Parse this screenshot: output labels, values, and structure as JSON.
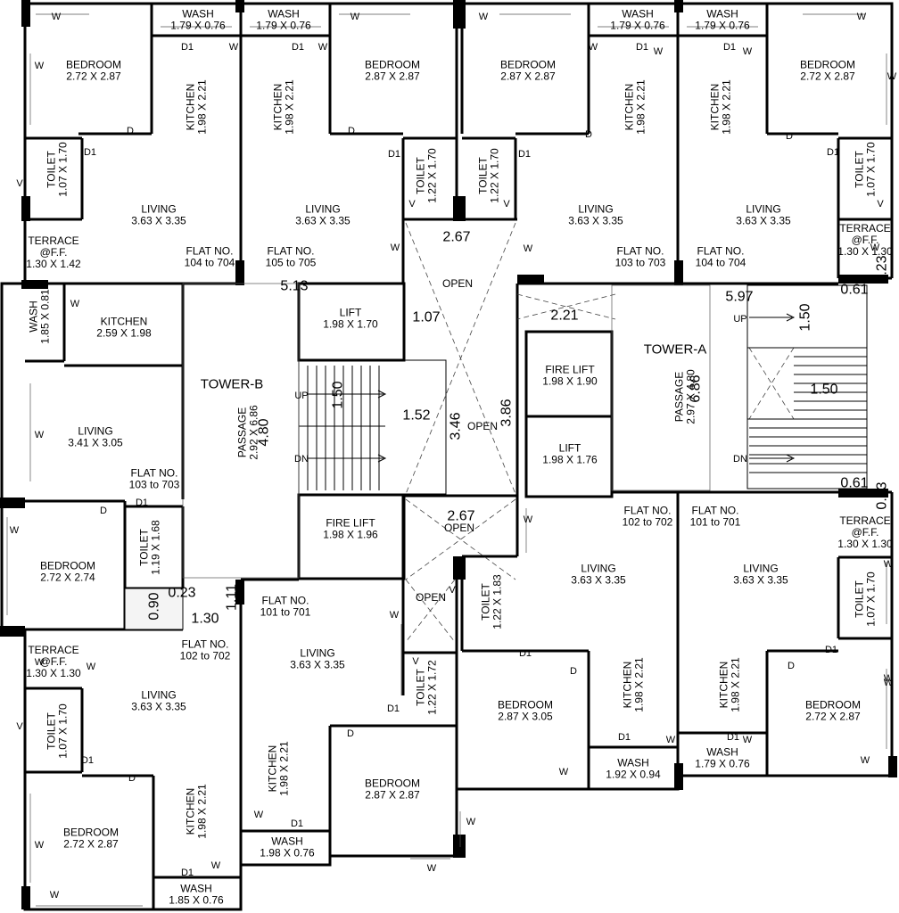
{
  "towers": [
    {
      "id": "tower-a",
      "label": "TOWER-A"
    },
    {
      "id": "tower-b",
      "label": "TOWER-B"
    }
  ],
  "rooms": [
    {
      "id": "bedroom-1",
      "lines": [
        "BEDROOM",
        "2.72 X 2.87"
      ]
    },
    {
      "id": "wash-1",
      "lines": [
        "WASH",
        "1.79 X 0.76"
      ]
    },
    {
      "id": "wash-2",
      "lines": [
        "WASH",
        "1.79 X 0.76"
      ]
    },
    {
      "id": "kitchen-1",
      "lines": [
        "KITCHEN",
        "1.98 X 2.21"
      ]
    },
    {
      "id": "kitchen-2",
      "lines": [
        "KITCHEN",
        "1.98 X 2.21"
      ]
    },
    {
      "id": "bedroom-2",
      "lines": [
        "BEDROOM",
        "2.87 X 2.87"
      ]
    },
    {
      "id": "bedroom-3",
      "lines": [
        "BEDROOM",
        "2.87 X 2.87"
      ]
    },
    {
      "id": "wash-3",
      "lines": [
        "WASH",
        "1.79 X 0.76"
      ]
    },
    {
      "id": "wash-4",
      "lines": [
        "WASH",
        "1.79 X 0.76"
      ]
    },
    {
      "id": "kitchen-3",
      "lines": [
        "KITCHEN",
        "1.98 X 2.21"
      ]
    },
    {
      "id": "kitchen-4",
      "lines": [
        "KITCHEN",
        "1.98 X 2.21"
      ]
    },
    {
      "id": "bedroom-4",
      "lines": [
        "BEDROOM",
        "2.72 X 2.87"
      ]
    },
    {
      "id": "toilet-1",
      "lines": [
        "TOILET",
        "1.07 X 1.70"
      ]
    },
    {
      "id": "living-1",
      "lines": [
        "LIVING",
        "3.63 X 3.35"
      ]
    },
    {
      "id": "living-2",
      "lines": [
        "LIVING",
        "3.63 X 3.35"
      ]
    },
    {
      "id": "toilet-2",
      "lines": [
        "TOILET",
        "1.22 X 1.70"
      ]
    },
    {
      "id": "toilet-3",
      "lines": [
        "TOILET",
        "1.22 X 1.70"
      ]
    },
    {
      "id": "living-3",
      "lines": [
        "LIVING",
        "3.63 X 3.35"
      ]
    },
    {
      "id": "living-4",
      "lines": [
        "LIVING",
        "3.63 X 3.35"
      ]
    },
    {
      "id": "toilet-4",
      "lines": [
        "TOILET",
        "1.07 X 1.70"
      ]
    },
    {
      "id": "terrace-1",
      "lines": [
        "TERRACE",
        "@F.F.",
        "1.30 X 1.42"
      ]
    },
    {
      "id": "terrace-2",
      "lines": [
        "TERRACE",
        "@F.F.",
        "1.30 X 1.30"
      ]
    },
    {
      "id": "wash-5",
      "lines": [
        "WASH",
        "1.85 X 0.81"
      ]
    },
    {
      "id": "kitchen-5",
      "lines": [
        "KITCHEN",
        "2.59 X 1.98"
      ]
    },
    {
      "id": "lift-1",
      "lines": [
        "LIFT",
        "1.98 X 1.70"
      ]
    },
    {
      "id": "fire-lift-1",
      "lines": [
        "FIRE LIFT",
        "1.98 X 1.90"
      ]
    },
    {
      "id": "lift-2",
      "lines": [
        "LIFT",
        "1.98 X 1.76"
      ]
    },
    {
      "id": "passage-b",
      "lines": [
        "PASSAGE",
        "2.92 X 6.86"
      ]
    },
    {
      "id": "passage-a",
      "lines": [
        "PASSAGE",
        "2.97 X 4.80"
      ]
    },
    {
      "id": "living-5",
      "lines": [
        "LIVING",
        "3.41 X 3.05"
      ]
    },
    {
      "id": "terrace-3",
      "lines": [
        "TERRACE",
        "@F.F.",
        "1.30 X 1.30"
      ]
    },
    {
      "id": "toilet-5",
      "lines": [
        "TOILET",
        "1.19 X 1.68"
      ]
    },
    {
      "id": "bedroom-5",
      "lines": [
        "BEDROOM",
        "2.72 X 2.74"
      ]
    },
    {
      "id": "fire-lift-2",
      "lines": [
        "FIRE LIFT",
        "1.98 X 1.96"
      ]
    },
    {
      "id": "living-6",
      "lines": [
        "LIVING",
        "3.63 X 3.35"
      ]
    },
    {
      "id": "living-7",
      "lines": [
        "LIVING",
        "3.63 X 3.35"
      ]
    },
    {
      "id": "toilet-6",
      "lines": [
        "TOILET",
        "1.22 X 1.83"
      ]
    },
    {
      "id": "toilet-7",
      "lines": [
        "TOILET",
        "1.07 X 1.70"
      ]
    },
    {
      "id": "terrace-4",
      "lines": [
        "TERRACE",
        "@F.F.",
        "1.30 X 1.30"
      ]
    },
    {
      "id": "living-8",
      "lines": [
        "LIVING",
        "3.63 X 3.35"
      ]
    },
    {
      "id": "living-9",
      "lines": [
        "LIVING",
        "3.63 X 3.35"
      ]
    },
    {
      "id": "toilet-8",
      "lines": [
        "TOILET",
        "1.22 X 1.72"
      ]
    },
    {
      "id": "toilet-9",
      "lines": [
        "TOILET",
        "1.07 X 1.70"
      ]
    },
    {
      "id": "bedroom-6",
      "lines": [
        "BEDROOM",
        "2.87 X 3.05"
      ]
    },
    {
      "id": "kitchen-6",
      "lines": [
        "KITCHEN",
        "1.98 X 2.21"
      ]
    },
    {
      "id": "kitchen-7",
      "lines": [
        "KITCHEN",
        "1.98 X 2.21"
      ]
    },
    {
      "id": "bedroom-7",
      "lines": [
        "BEDROOM",
        "2.72 X 2.87"
      ]
    },
    {
      "id": "kitchen-8",
      "lines": [
        "KITCHEN",
        "1.98 X 2.21"
      ]
    },
    {
      "id": "bedroom-8",
      "lines": [
        "BEDROOM",
        "2.87 X 2.87"
      ]
    },
    {
      "id": "wash-6",
      "lines": [
        "WASH",
        "1.92 X 0.94"
      ]
    },
    {
      "id": "wash-7",
      "lines": [
        "WASH",
        "1.79 X 0.76"
      ]
    },
    {
      "id": "bedroom-9",
      "lines": [
        "BEDROOM",
        "2.72 X 2.87"
      ]
    },
    {
      "id": "kitchen-9",
      "lines": [
        "KITCHEN",
        "1.98 X 2.21"
      ]
    },
    {
      "id": "wash-8",
      "lines": [
        "WASH",
        "1.98 X 0.76"
      ]
    },
    {
      "id": "wash-9",
      "lines": [
        "WASH",
        "1.85 X 0.76"
      ]
    }
  ],
  "flats": [
    {
      "id": "flat-104-704-a",
      "lines": [
        "FLAT NO.",
        "104 to 704"
      ]
    },
    {
      "id": "flat-105-705",
      "lines": [
        "FLAT NO.",
        "105 to 705"
      ]
    },
    {
      "id": "flat-103-703-a",
      "lines": [
        "FLAT NO.",
        "103 to 703"
      ]
    },
    {
      "id": "flat-104-704-b",
      "lines": [
        "FLAT NO.",
        "104 to 704"
      ]
    },
    {
      "id": "flat-103-703-b",
      "lines": [
        "FLAT NO.",
        "103 to 703"
      ]
    },
    {
      "id": "flat-102-702-a",
      "lines": [
        "FLAT NO.",
        "102 to 702"
      ]
    },
    {
      "id": "flat-101-701-a",
      "lines": [
        "FLAT NO.",
        "101 to 701"
      ]
    },
    {
      "id": "flat-101-701-b",
      "lines": [
        "FLAT NO.",
        "101 to 701"
      ]
    },
    {
      "id": "flat-102-702-b",
      "lines": [
        "FLAT NO.",
        "102 to 702"
      ]
    }
  ],
  "dimensions": [
    "2.67",
    "5.13",
    "1.07",
    "2.21",
    "5.97",
    "1.50",
    "1.50",
    "1.52",
    "1.50",
    "6.86",
    "4.80",
    "3.46",
    "3.86",
    "2.67",
    "0.61",
    "0.23",
    "0.61",
    "0.23",
    "0.90",
    "0.23",
    "1.11",
    "1.30"
  ],
  "annotations": {
    "open": "OPEN",
    "up": "UP",
    "dn": "DN",
    "window": "W",
    "vent": "V",
    "door": "D",
    "door1": "D1"
  },
  "colors": {
    "line": "#000000",
    "background": "#ffffff"
  }
}
